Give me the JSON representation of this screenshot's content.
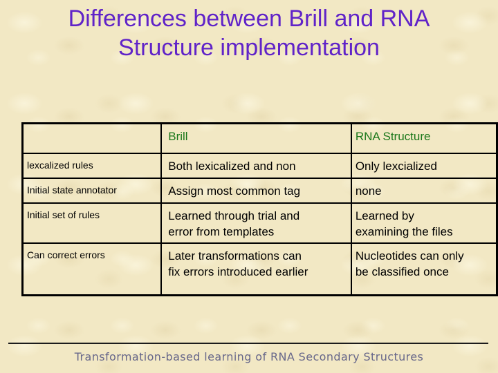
{
  "slide": {
    "title_line1": "Differences between Brill and RNA",
    "title_line2": "Structure implementation",
    "footer": "Transformation-based learning of RNA Secondary Structures"
  },
  "table": {
    "header": {
      "col1": "",
      "col2": "Brill",
      "col3": "RNA Structure"
    },
    "rows": [
      {
        "label": [
          "lexcalized rules"
        ],
        "brill": [
          "Both lexicalized and non"
        ],
        "rna": [
          "Only lexcialized"
        ]
      },
      {
        "label": [
          "Initial state annotator"
        ],
        "brill": [
          "Assign most common tag"
        ],
        "rna": [
          "none"
        ]
      },
      {
        "label": [
          "Initial set of rules"
        ],
        "brill": [
          "Learned through trial and",
          "error from templates"
        ],
        "rna": [
          "Learned by",
          "examining the files"
        ]
      },
      {
        "label": [
          "Can correct errors"
        ],
        "brill": [
          "Later transformations can",
          "fix errors introduced earlier"
        ],
        "rna": [
          "Nucleotides can only",
          "be classified once"
        ]
      }
    ]
  },
  "colors": {
    "background": "#f2e8c4",
    "title_text": "#6023c8",
    "header_text": "#1a771a",
    "body_text": "#000000",
    "footer_text": "#67678a",
    "table_border": "#000000"
  }
}
